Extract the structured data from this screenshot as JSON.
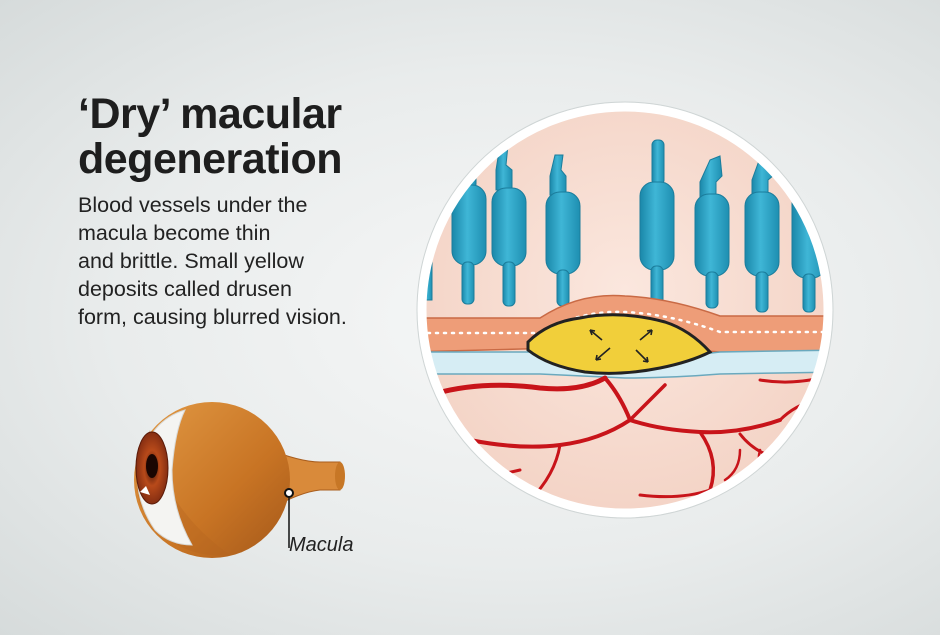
{
  "title": {
    "line1": "‘Dry’ macular",
    "line2": "degeneration"
  },
  "description": {
    "lines": [
      "Blood vessels under the",
      "macula become thin",
      "and brittle. Small yellow",
      "deposits called drusen",
      "form, causing blurred vision."
    ]
  },
  "labels": {
    "macula": "Macula"
  },
  "icons": {
    "eye": "eyeball-icon",
    "drusen": "drusen-deposit-icon"
  },
  "colors": {
    "rods": "#2aa3c6",
    "retina_layer": "#ee9d78",
    "drusen": "#f1cf3a",
    "blood_vessels": "#c8141a",
    "eye": "#cc7b2a"
  }
}
